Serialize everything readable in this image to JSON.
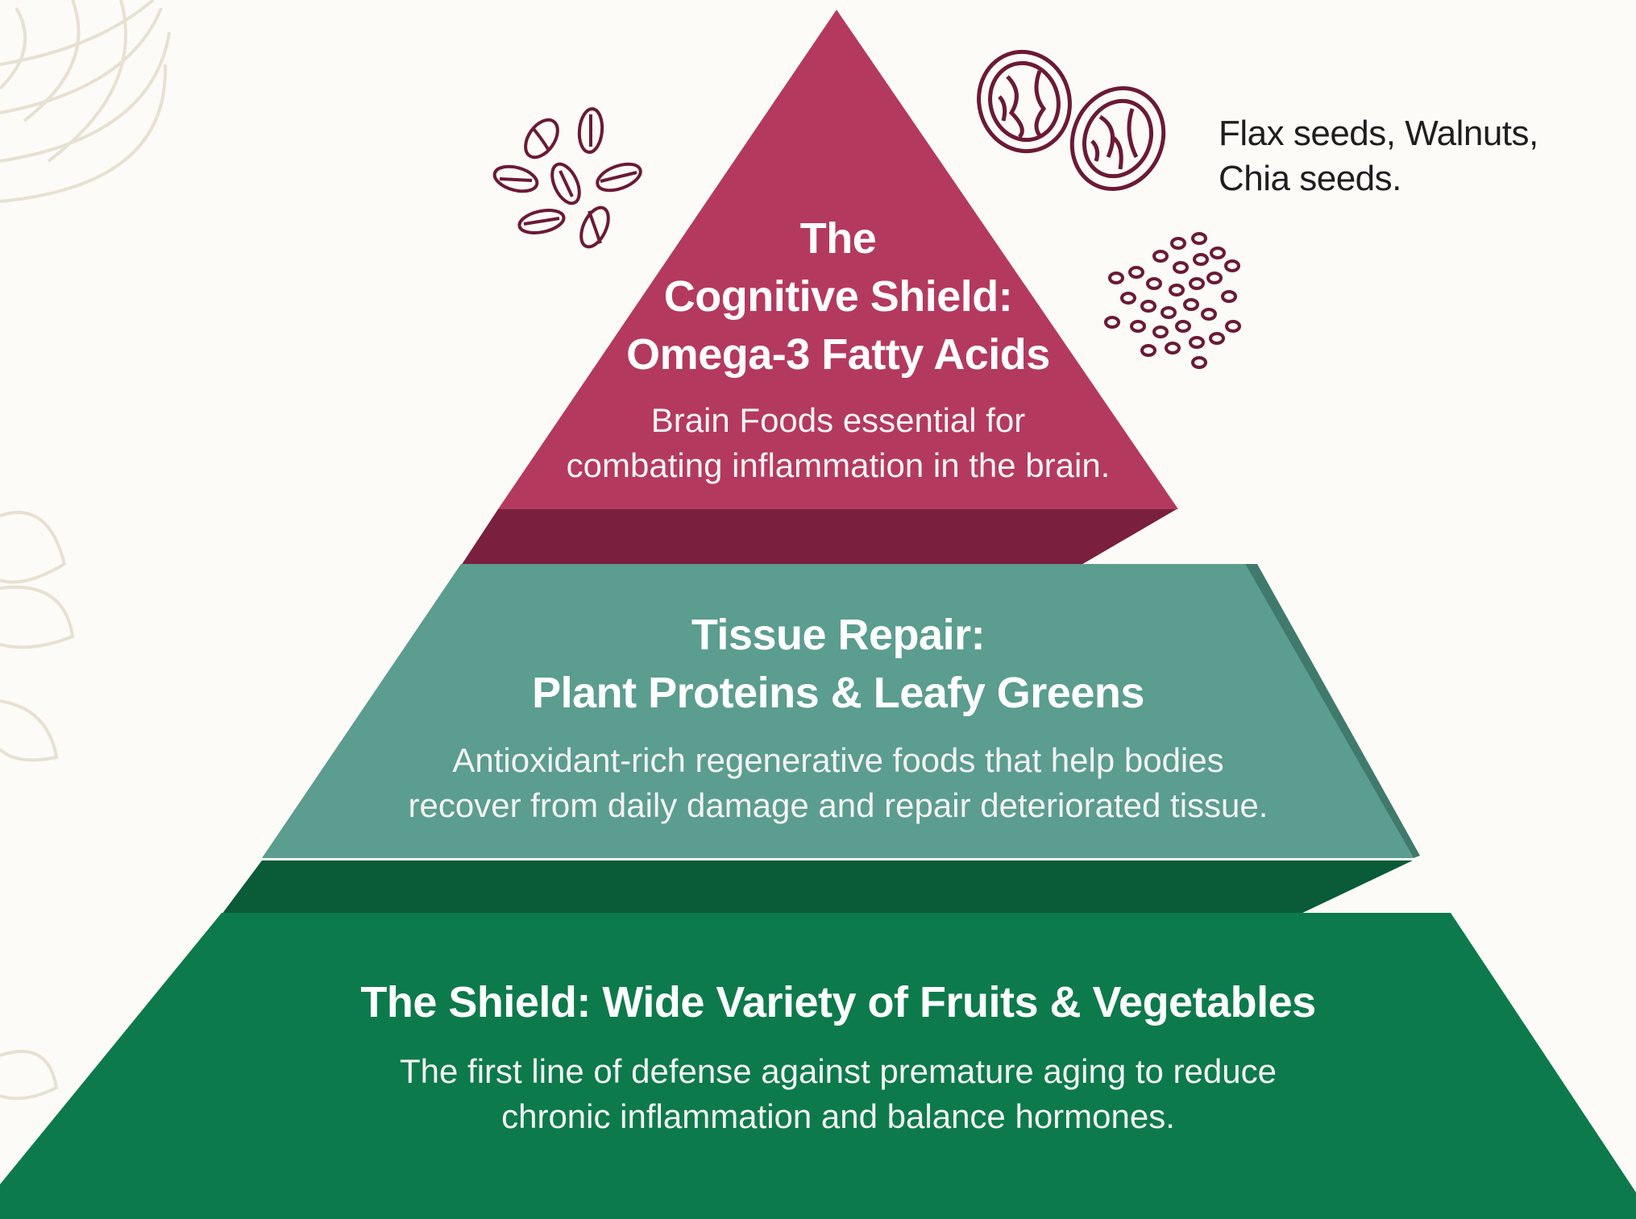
{
  "tiers": {
    "top": {
      "title_line1": "The",
      "title_line2": "Cognitive Shield:",
      "title_line3": "Omega-3 Fatty Acids",
      "desc_line1": "Brain Foods essential for",
      "desc_line2": "combating inflammation in the brain.",
      "color": "#b4395f",
      "shade_color": "#7a1f3e"
    },
    "middle": {
      "title_line1": "Tissue Repair:",
      "title_line2": "Plant Proteins & Leafy Greens",
      "desc_line1": "Antioxidant-rich regenerative foods that help bodies",
      "desc_line2": "recover from daily damage and repair deteriorated tissue.",
      "color": "#5b9d8f",
      "shade_color": "#3f7a6c"
    },
    "bottom": {
      "title_line1": "The Shield: Wide Variety of Fruits & Vegetables",
      "desc_line1": "The first line of defense against premature aging to reduce",
      "desc_line2": "chronic inflammation and balance hormones.",
      "color": "#0d7a4c"
    }
  },
  "side_note": {
    "line1": "Flax seeds, Walnuts,",
    "line2": "Chia seeds."
  },
  "icons": [
    "flax-seeds-icon",
    "walnut-icon",
    "chia-seeds-icon",
    "leaf-decoration-icon"
  ]
}
